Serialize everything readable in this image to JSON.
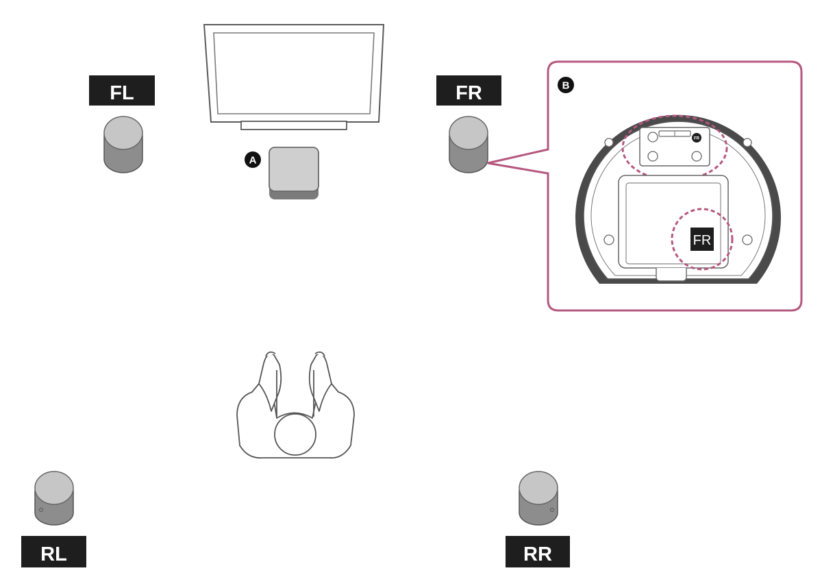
{
  "speakers": {
    "front_left": "FL",
    "front_right": "FR",
    "rear_left": "RL",
    "rear_right": "RR"
  },
  "markers": {
    "a": "A",
    "b": "B"
  },
  "callout": {
    "speaker_label": "FR",
    "tiny_label": "FR"
  },
  "colors": {
    "accent": "#b5577f",
    "speaker_body": "#8d8d8d",
    "speaker_top": "#c4c4c4",
    "label_bg": "#1e1e1e",
    "dark_base": "#4a4a4a"
  }
}
